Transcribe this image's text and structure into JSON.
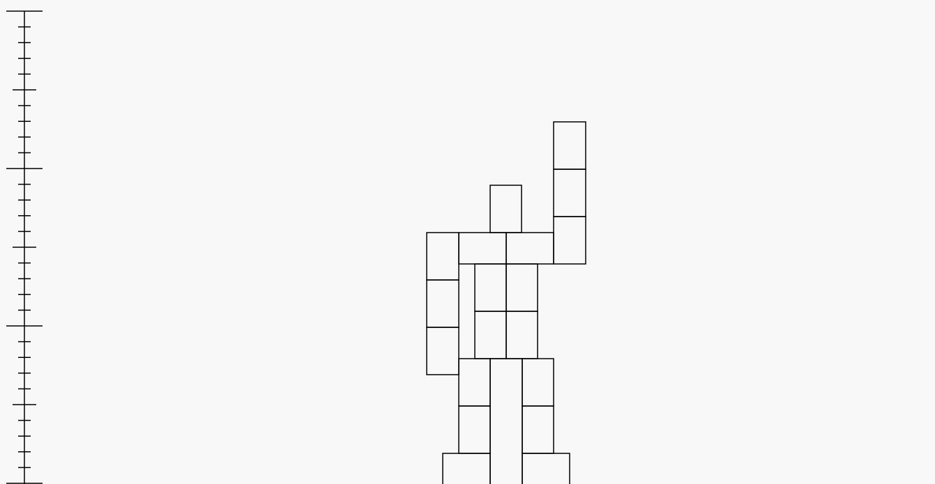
{
  "canvas": {
    "background": "#f8f8f8",
    "stroke_color": "#000000"
  },
  "ruler": {
    "orientation": "vertical",
    "major_every": 10,
    "medium_every": 5
  },
  "figure": {
    "name": "block-figure",
    "parts": [
      "head",
      "shoulder-left",
      "shoulder-right",
      "torso-upper-left",
      "torso-upper-right",
      "torso-lower-left",
      "torso-lower-right",
      "arm-left-upper",
      "arm-left-middle",
      "arm-left-lower",
      "arm-right-upper",
      "arm-right-middle",
      "arm-right-lower",
      "leg-left-upper",
      "leg-left-lower",
      "leg-right-upper",
      "leg-right-lower",
      "foot-left",
      "foot-right",
      "pelvis-center"
    ]
  }
}
